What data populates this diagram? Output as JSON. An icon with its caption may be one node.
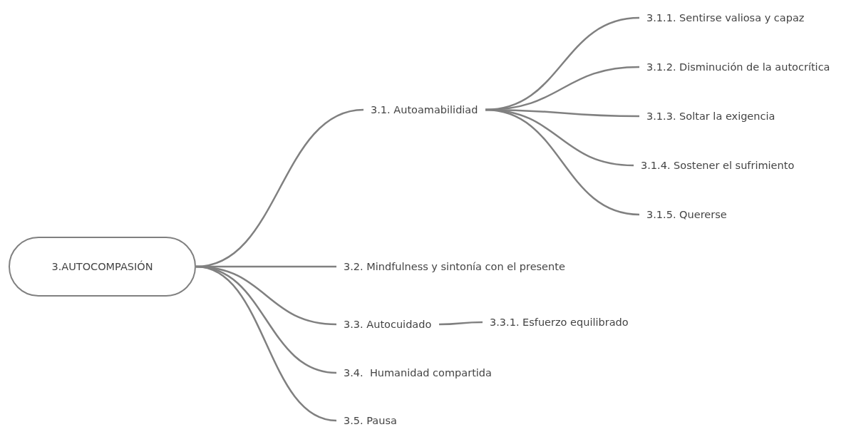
{
  "diagram": {
    "nodes": [
      {
        "text": [
          "3.AUTOCOMPASIÓN"
        ]
      },
      {
        "text": [
          "3.1. Autoamabilidiad"
        ]
      },
      {
        "text": [
          "3.1.1. Sentirse valiosa y capaz"
        ]
      },
      {
        "text": [
          "3.1.2. Disminución de la autocrítica"
        ]
      },
      {
        "text": [
          "3.1.3. Soltar la exigencia"
        ]
      },
      {
        "text": [
          "3.1.4. Sostener el sufrimiento"
        ]
      },
      {
        "text": [
          "3.1.5. Quererse"
        ]
      },
      {
        "text": [
          "3.2. Mindfulness y sintonía con el presente"
        ]
      },
      {
        "text": [
          "3.3. Autocuidado"
        ]
      },
      {
        "text": [
          "3.3.1. Esfuerzo equilibrado"
        ]
      },
      {
        "text": [
          "3.4.  Humanidad compartida"
        ]
      },
      {
        "text": [
          "3.5. Pausa"
        ]
      }
    ],
    "edges": [
      {
        "from": 0,
        "to": 1,
        "arrow": "none"
      },
      {
        "from": 1,
        "to": 2,
        "arrow": "none"
      },
      {
        "from": 1,
        "to": 3,
        "arrow": "none"
      },
      {
        "from": 1,
        "to": 4,
        "arrow": "none"
      },
      {
        "from": 1,
        "to": 5,
        "arrow": "none"
      },
      {
        "from": 1,
        "to": 6,
        "arrow": "none"
      },
      {
        "from": 0,
        "to": 7,
        "arrow": "none"
      },
      {
        "from": 0,
        "to": 8,
        "arrow": "none"
      },
      {
        "from": 8,
        "to": 9,
        "arrow": "none"
      },
      {
        "from": 0,
        "to": 10,
        "arrow": "none"
      },
      {
        "from": 0,
        "to": 11,
        "arrow": "none"
      }
    ]
  }
}
